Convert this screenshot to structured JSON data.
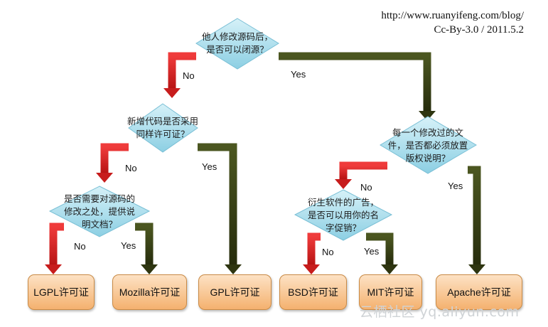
{
  "credit": {
    "url": "http://www.ruanyifeng.com/blog/",
    "license": "Cc-By-3.0 / 2011.5.2"
  },
  "decisions": {
    "q1": "他人修改源码后，\n是否可以闭源？",
    "q2": "新增代码是否采用\n同样许可证？",
    "q3": "每一个修改过的文\n件，是否都必须放置\n版权说明？",
    "q4": "是否需要对源码的\n修改之处，提供说\n明文档？",
    "q5": "衍生软件的广告，\n是否可以用你的名\n字促销？"
  },
  "edges": {
    "q1_no": "No",
    "q1_yes": "Yes",
    "q2_no": "No",
    "q2_yes": "Yes",
    "q3_no": "No",
    "q3_yes": "Yes",
    "q4_no": "No",
    "q4_yes": "Yes",
    "q5_no": "No",
    "q5_yes": "Yes"
  },
  "licenses": {
    "lgpl": "LGPL许可证",
    "mozilla": "Mozilla许可证",
    "gpl": "GPL许可证",
    "bsd": "BSD许可证",
    "mit": "MIT许可证",
    "apache": "Apache许可证"
  },
  "watermark": "云栖社区 yq.aliyun.com",
  "colors": {
    "no_arrow": "#d42222",
    "yes_arrow": "#3a4415",
    "diamond": "#aee0ee",
    "leaf_fill": "#f7bd80"
  }
}
